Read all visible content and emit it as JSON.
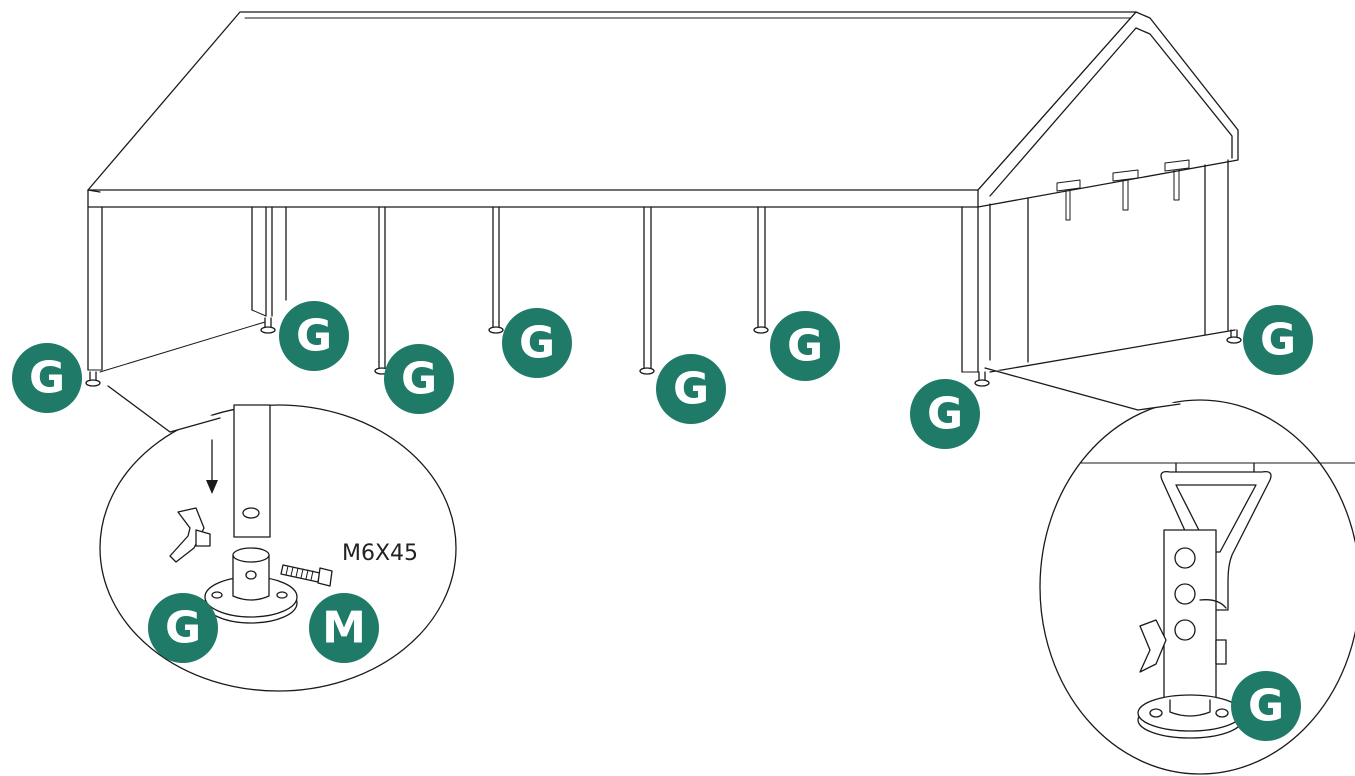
{
  "colors": {
    "badge_fill": "#1f7a68",
    "badge_text": "#ffffff",
    "line": "#1a1a1a"
  },
  "callouts": {
    "part_g": "G",
    "part_m": "M"
  },
  "bolt_spec": "M6X45"
}
